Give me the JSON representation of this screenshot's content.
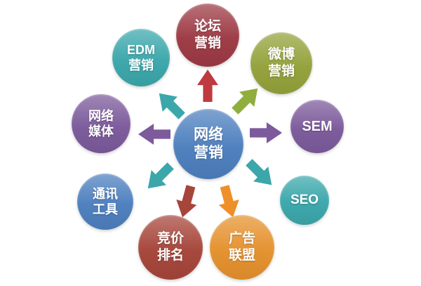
{
  "diagram": {
    "title": "网络营销",
    "center": {
      "id": "center",
      "label": "网络\n营销",
      "color": "#4d7fbe"
    },
    "nodes": [
      {
        "id": "forum",
        "label": "论坛\n营销",
        "color": "#9d3a44"
      },
      {
        "id": "weibo",
        "label": "微博\n营销",
        "color": "#94a23b"
      },
      {
        "id": "sem",
        "label": "SEM",
        "color": "#7c5a9b"
      },
      {
        "id": "seo",
        "label": "SEO",
        "color": "#3ba7ab"
      },
      {
        "id": "ad",
        "label": "广告\n联盟",
        "color": "#e5912d"
      },
      {
        "id": "bid",
        "label": "竞价\n排名",
        "color": "#a6453a"
      },
      {
        "id": "comm",
        "label": "通讯\n工具",
        "color": "#4d7fbe"
      },
      {
        "id": "media",
        "label": "网络\n媒体",
        "color": "#7c5a9b"
      },
      {
        "id": "edm",
        "label": "EDM\n营销",
        "color": "#3ba7ab"
      }
    ],
    "arrows": [
      {
        "target": "论坛营销",
        "direction": "up",
        "color": "#bf3a3f"
      },
      {
        "target": "微博营销",
        "direction": "up-right",
        "color": "#8fae3d"
      },
      {
        "target": "SEM",
        "direction": "right",
        "color": "#7c5a9b"
      },
      {
        "target": "SEO",
        "direction": "down-right",
        "color": "#3ba7ab"
      },
      {
        "target": "广告联盟",
        "direction": "down-right-steep",
        "color": "#ee8f2a"
      },
      {
        "target": "竞价排名",
        "direction": "down",
        "color": "#a6453a"
      },
      {
        "target": "通讯工具",
        "direction": "down-left",
        "color": "#3ba7ab"
      },
      {
        "target": "网络媒体",
        "direction": "left",
        "color": "#7c5a9b"
      },
      {
        "target": "EDM营销",
        "direction": "up-left",
        "color": "#3ba7ab"
      }
    ]
  }
}
